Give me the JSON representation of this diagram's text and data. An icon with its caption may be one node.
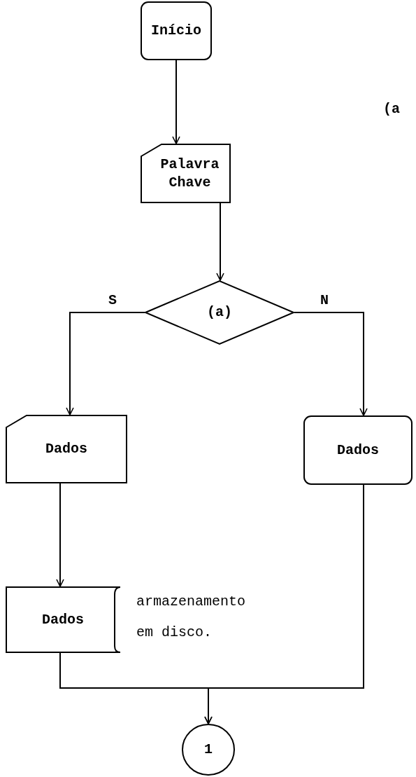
{
  "diagram": {
    "nodes": [
      {
        "text": [
          "Início"
        ]
      },
      {
        "text": [
          "Palavra Chave"
        ]
      },
      {
        "text": [
          "(a)"
        ]
      },
      {
        "text": [
          "Dados"
        ]
      },
      {
        "text": [
          "Dados"
        ]
      },
      {
        "text": [
          "Dados"
        ],
        "beside": [
          "armazenamento em disco."
        ]
      },
      {
        "text": [
          "1"
        ]
      }
    ],
    "edges": [
      {
        "from": 0,
        "to": 1,
        "arrow": "to"
      },
      {
        "from": 1,
        "to": 2,
        "arrow": "to"
      },
      {
        "from": 2,
        "to": 3,
        "arrow": "to",
        "label": "S"
      },
      {
        "from": 2,
        "to": 4,
        "arrow": "to",
        "label": "N"
      },
      {
        "from": 3,
        "to": 5,
        "arrow": "to"
      },
      {
        "from": 5,
        "to": 6,
        "arrow": "to"
      },
      {
        "from": 4,
        "to": 6,
        "arrow": "to"
      }
    ],
    "labels": [
      "(a"
    ]
  }
}
